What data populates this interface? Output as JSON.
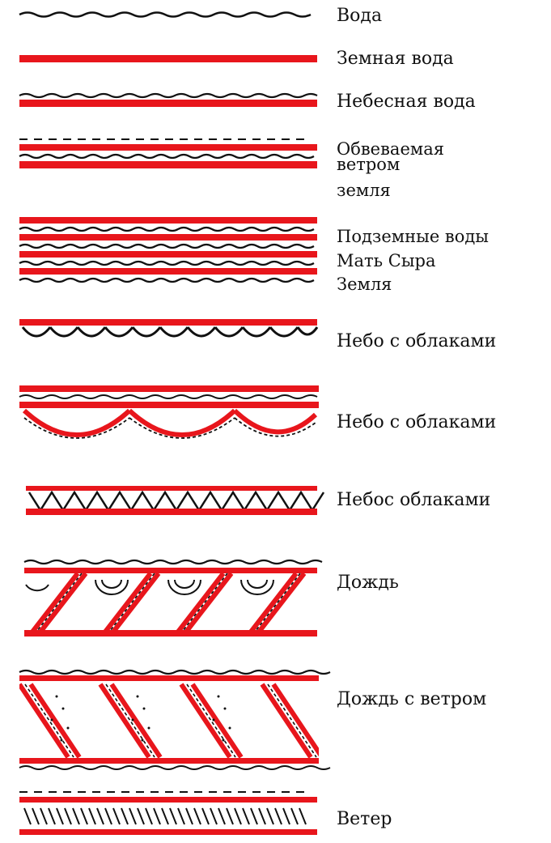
{
  "colors": {
    "red": "#e8161c",
    "ink": "#111111",
    "paper": "#ffffff"
  },
  "labels": {
    "voda": "Вода",
    "zemnaya_voda": "Земная вода",
    "nebesnaya_voda": "Небесная вода",
    "obvevaemaya": "Обвеваемая",
    "vetrom": "ветром",
    "zemlya": "земля",
    "podzemnye": "Подземные воды",
    "mat_syra": "Мать Сыра",
    "zemlya2": "Земля",
    "nebo1": "Небо с облаками",
    "nebo2": "Небо с облаками",
    "nebo3": "Небос облаками",
    "dozhd": "Дождь",
    "dozhd_veter": "Дождь с ветром",
    "veter": "Ветер"
  }
}
